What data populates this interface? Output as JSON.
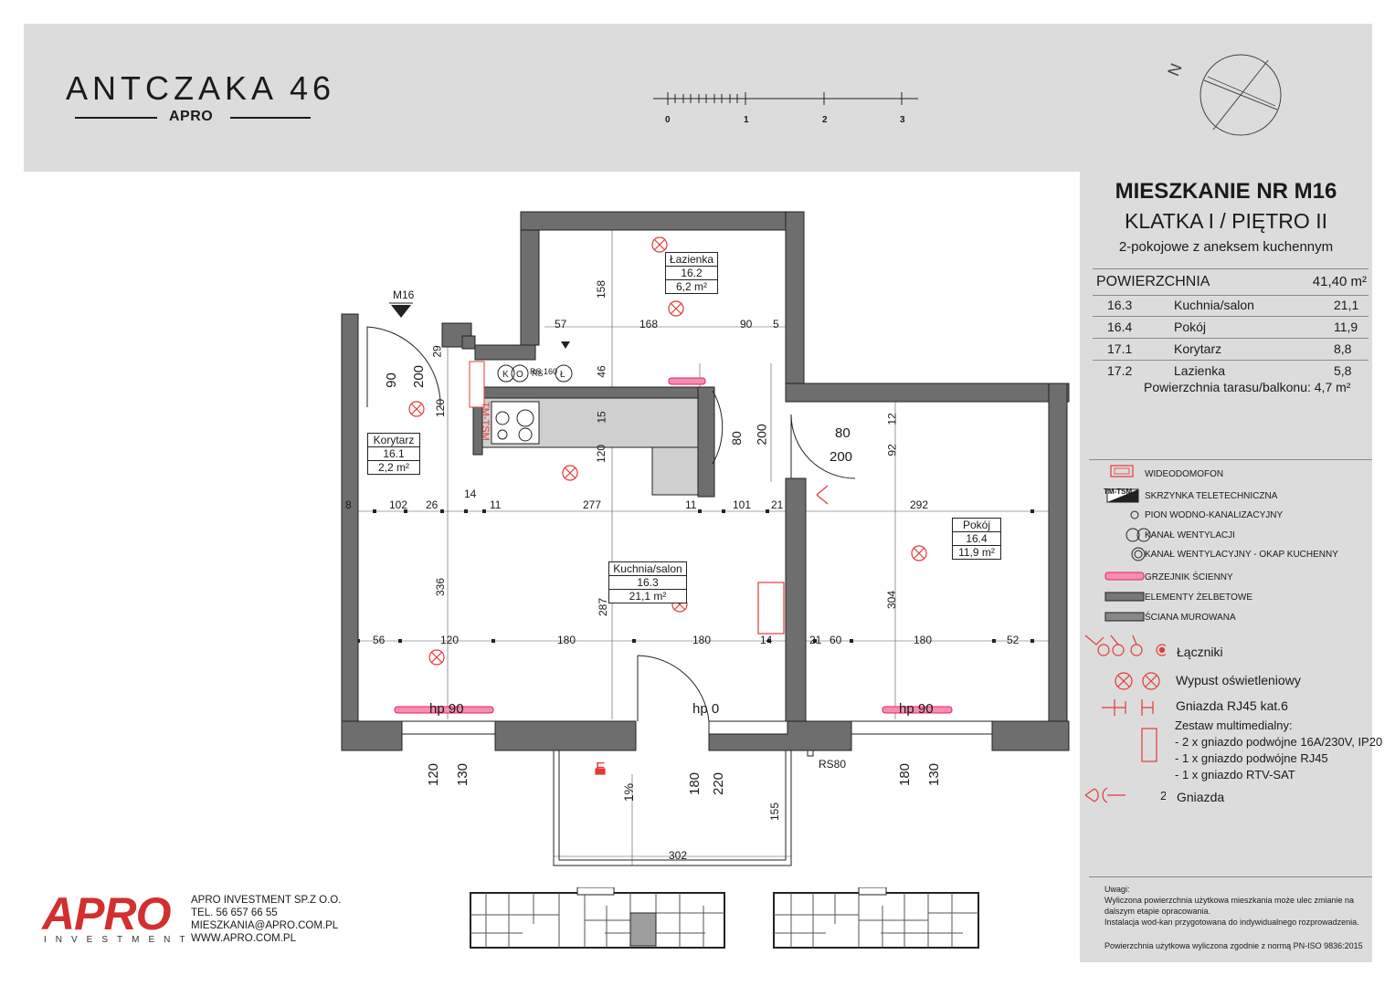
{
  "header": {
    "project_title": "ANTCZAKA 46",
    "brand_sub": "APRO",
    "scale_labels": [
      "0",
      "1",
      "2",
      "3"
    ],
    "north_label": "N"
  },
  "panel": {
    "apartment": "MIESZKANIE NR M16",
    "stair_floor": "KLATKA I / PIĘTRO II",
    "type": "2-pokojowe z aneksem kuchennym",
    "area_label": "POWIERZCHNIA",
    "area_value": "41,40 m²",
    "rooms": [
      {
        "id": "16.3",
        "name": "Kuchnia/salon",
        "area": "21,1"
      },
      {
        "id": "16.4",
        "name": "Pokój",
        "area": "11,9"
      },
      {
        "id": "17.1",
        "name": "Korytarz",
        "area": "8,8"
      },
      {
        "id": "17.2",
        "name": "Lazienka",
        "area": "5,8"
      }
    ],
    "terrace": "Powierzchnia tarasu/balkonu: 4,7 m²"
  },
  "legend": {
    "wideodomofon": "WIDEODOMOFON",
    "tm_tsm": "TM-TSM",
    "skrzynka": "SKRZYNKA TELETECHNICZNA",
    "pion": "PION WODNO-KANALIZACYJNY",
    "kanal": "KANAŁ WENTYLACJI",
    "kanal_okap": "KANAŁ WENTYLACYJNY - OKAP KUCHENNY",
    "grzejnik": "GRZEJNIK ŚCIENNY",
    "zelbet": "ELEMENTY ŻELBETOWE",
    "murowana": "ŚCIANA MUROWANA",
    "laczniki": "Łączniki",
    "wypust": "Wypust oświetleniowy",
    "rj45": "Gniazda RJ45 kat.6",
    "zestaw": "Zestaw multimedialny:",
    "zestaw_items": [
      "- 2 x gniazdo podwójne 16A/230V, IP20",
      "- 1 x gniazdo podwójne RJ45",
      "- 1 x gniazdo RTV-SAT"
    ],
    "gniazda": "Gniazda"
  },
  "notes": {
    "title": "Uwagi:",
    "lines": [
      "Wyliczona powierzchnia użytkowa mieszkania może ulec zmianie na",
      "dalszym etapie opracowania.",
      "Instalacja wod-kan przygotowana do indywidualnego rozprowadzenia."
    ],
    "norm": "Powierzchnia użytkowa wyliczona zgodnie z normą PN-ISO 9836:2015"
  },
  "company": {
    "logo": "APRO",
    "logo_sub": "INVESTMENT",
    "name": "APRO INVESTMENT SP.Z O.O.",
    "tel": "TEL. 56 657 66 55",
    "email": "MIESZKANIA@APRO.COM.PL",
    "web": "WWW.APRO.COM.PL"
  },
  "plan": {
    "unit_tag": "M16",
    "rooms": {
      "korytarz": {
        "name": "Korytarz",
        "id": "16.1",
        "area": "2,2 m²"
      },
      "lazienka": {
        "name": "Łazienka",
        "id": "16.2",
        "area": "6,2 m²"
      },
      "kuchnia": {
        "name": "Kuchnia/salon",
        "id": "16.3",
        "area": "21,1 m²"
      },
      "pokoj": {
        "name": "Pokój",
        "id": "16.4",
        "area": "11,9 m²"
      }
    },
    "window_heights": {
      "left": "hp 90",
      "door": "hp 0",
      "right": "hp 90"
    },
    "rs80": "RS80",
    "rs160": "RS 160",
    "slope": "1%",
    "tm_box": "TM-TSM",
    "dimensions_h_top": [
      "57",
      "168",
      "90",
      "5"
    ],
    "dimensions_h_mid": [
      "8",
      "102",
      "26",
      "14",
      "11",
      "277",
      "11",
      "101",
      "21",
      "292"
    ],
    "dimensions_h_low": [
      "56",
      "120",
      "180",
      "180",
      "14",
      "21",
      "60",
      "180",
      "52"
    ],
    "dimensions_v": [
      "158",
      "46",
      "15",
      "120",
      "90",
      "200",
      "29",
      "120",
      "336",
      "287",
      "304",
      "12",
      "92",
      "80",
      "200"
    ],
    "door_dims": {
      "w80": "80",
      "w200": "200"
    },
    "window_dims": [
      "120",
      "130",
      "180",
      "220",
      "180",
      "130"
    ],
    "balcony": {
      "width": "302",
      "depth": "155"
    }
  }
}
